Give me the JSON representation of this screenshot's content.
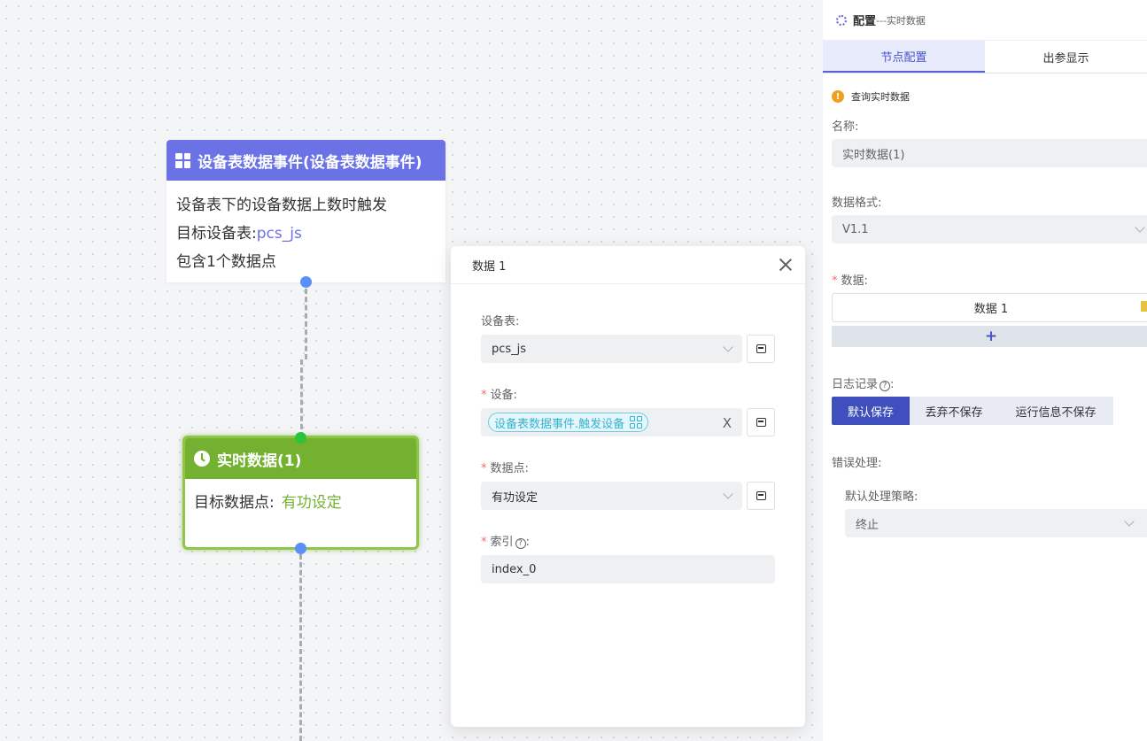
{
  "event_node": {
    "title": "设备表数据事件(设备表数据事件)",
    "line1": "设备表下的设备数据上数时触发",
    "line2_label": "目标设备表:",
    "line2_value": "pcs_js",
    "line3": "包含1个数据点"
  },
  "rt_node": {
    "title": "实时数据(1)",
    "label": "目标数据点:",
    "value": "有功设定"
  },
  "dialog": {
    "title": "数据 1",
    "table_label": "设备表:",
    "table_value": "pcs_js",
    "device_label": "设备:",
    "device_tag": "设备表数据事件.触发设备",
    "clear": "X",
    "point_label": "数据点:",
    "point_value": "有功设定",
    "index_label": "索引",
    "index_colon": ":",
    "index_value": "index_0",
    "help": "?"
  },
  "panel": {
    "title": "配置",
    "subtitle": "---实时数据",
    "tabs": [
      "节点配置",
      "出参显示"
    ],
    "notice": "查询实时数据",
    "name_label": "名称:",
    "name_value": "实时数据(1)",
    "format_label": "数据格式:",
    "format_value": "V1.1",
    "data_label": "数据:",
    "data_item": "数据 1",
    "add": "+",
    "log_label": "日志记录",
    "log_colon": ":",
    "log_options": [
      "默认保存",
      "丢弃不保存",
      "运行信息不保存"
    ],
    "error_label": "错误处理:",
    "strategy_label": "默认处理策略:",
    "strategy_value": "终止",
    "help": "?"
  },
  "colors": {
    "event_header": "#6b72e6",
    "rt_header": "#74b131",
    "accent": "#3f4fbe"
  }
}
